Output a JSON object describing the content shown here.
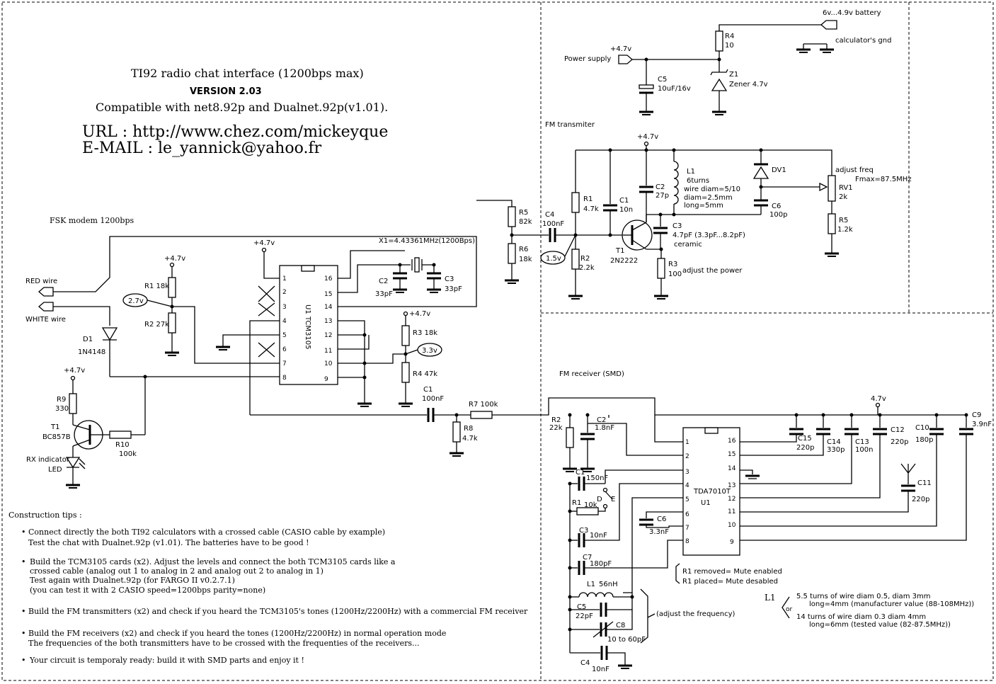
{
  "header": {
    "title": "TI92 radio chat interface (1200bps max)",
    "version": "VERSION 2.03",
    "compat": "Compatible with net8.92p and Dualnet.92p(v1.01).",
    "url": "URL : http://www.chez.com/mickeyque",
    "email": "E-MAIL : le_yannick@yahoo.fr"
  },
  "modem": {
    "title": "FSK modem 1200bps",
    "red": "RED wire",
    "white": "WHITE wire",
    "d1": [
      "D1",
      "1N4148"
    ],
    "t1": [
      "T1",
      "BC857B"
    ],
    "r9": [
      "R9",
      "330"
    ],
    "r10": [
      "R10",
      "100k"
    ],
    "led": [
      "RX indicator",
      "LED"
    ],
    "r1": "R1 18k",
    "r2": "R2 27k",
    "v27": "2.7v",
    "v47": "+4.7v",
    "chip": "U1  TCM3105",
    "pins_left": [
      "1",
      "2",
      "3",
      "4",
      "5",
      "6",
      "7",
      "8"
    ],
    "pins_right": [
      "16",
      "15",
      "14",
      "13",
      "12",
      "11",
      "10",
      "9"
    ],
    "xtal": "X1=4.43361MHz(1200Bps)",
    "c2": [
      "C2",
      "33pF"
    ],
    "c3": [
      "C3",
      "33pF"
    ],
    "r3": "R3 18k",
    "r4": "R4 47k",
    "v33": "3.3v",
    "c1": [
      "C1",
      "100nF"
    ],
    "r7": "R7 100k",
    "r8": [
      "R8",
      "4.7k"
    ]
  },
  "power": {
    "battery": "6v...4.9v battery",
    "gnd": "calculator's gnd",
    "supply": "Power supply",
    "v47": "+4.7v",
    "r4": [
      "R4",
      "10"
    ],
    "c5": [
      "C5",
      "10uF/16v"
    ],
    "z1": [
      "Z1",
      "Zener 4.7v"
    ]
  },
  "tx": {
    "title": "FM transmiter",
    "v47": "+4.7v",
    "r5": [
      "R5",
      "82k"
    ],
    "r6": [
      "R6",
      "18k"
    ],
    "c4": [
      "C4",
      "100nF"
    ],
    "v15": "1.5v",
    "r1": [
      "R1",
      "4.7k"
    ],
    "r2": [
      "R2",
      "2.2k"
    ],
    "c1": [
      "C1",
      "10n"
    ],
    "c2": [
      "C2",
      "27p"
    ],
    "t1": [
      "T1",
      "2N2222"
    ],
    "c3": [
      "C3",
      "4.7pF (3.3pF...8.2pF)",
      "ceramic"
    ],
    "r3": [
      "R3",
      "100"
    ],
    "adjpow": "adjust the power",
    "l1": [
      "L1",
      "6turns",
      "wire diam=5/10",
      "diam=2.5mm",
      "long=5mm"
    ],
    "dv1": "DV1",
    "c6": [
      "C6",
      "100p"
    ],
    "adjfreq": "adjust freq",
    "fmax": "Fmax=87.5MHz",
    "rv1": [
      "RV1",
      "2k"
    ],
    "r5b": [
      "R5",
      "1.2k"
    ]
  },
  "rx": {
    "title": "FM receiver (SMD)",
    "v47": "4.7v",
    "r2": [
      "R2",
      "22k"
    ],
    "c2": [
      "C2",
      "1.8nF"
    ],
    "c1": "C1",
    "c1v": "150nF",
    "r1": "R1",
    "r1v": "10k",
    "d": "D",
    "e": "E",
    "c3": [
      "C3",
      "10nF"
    ],
    "c7": [
      "C7",
      "180pF"
    ],
    "l1": [
      "L1",
      "56nH"
    ],
    "c5": [
      "C5",
      "22pF"
    ],
    "c8": [
      "C8",
      "10 to 60pF"
    ],
    "c4": [
      "C4",
      "10nF"
    ],
    "adjf": "(adjust the frequency)",
    "c6": [
      "C6",
      "3.3nF"
    ],
    "chip": "TDA7010T",
    "u1": "U1",
    "pins_left": [
      "1",
      "2",
      "3",
      "4",
      "5",
      "6",
      "7",
      "8"
    ],
    "pins_right": [
      "16",
      "15",
      "14",
      "13",
      "12",
      "11",
      "10",
      "9"
    ],
    "c15": [
      "C15",
      "220p"
    ],
    "c14": [
      "C14",
      "330p"
    ],
    "c13": [
      "C13",
      "100n"
    ],
    "c12": [
      "C12",
      "220p"
    ],
    "c10": [
      "C10",
      "180p"
    ],
    "c9": [
      "C9",
      "3.9nF"
    ],
    "c11": [
      "C11",
      "220p"
    ],
    "mute": [
      "R1 removed= Mute enabled",
      "R1 placed= Mute desabled"
    ],
    "l1note": {
      "label": "L1",
      "a1": "5.5 turns of wire diam 0.5, diam 3mm",
      "a2": "long=4mm (manufacturer value (88-108MHz))",
      "or": "or",
      "b1": "14 turns of wire diam 0.3 diam 4mm",
      "b2": "long=6mm (tested value (82-87.5MHz))"
    }
  },
  "tips": {
    "title": "Construction tips :",
    "items": [
      [
        "Connect directly the both TI92 calculators with a crossed cable (CASIO cable by example)",
        "Test the chat with Dualnet.92p (v1.01). The batteries have to be good !"
      ],
      [
        "Build the TCM3105 cards (x2). Adjust the levels and connect the both TCM3105 cards like a",
        "crossed cable (analog out 1 to analog in 2 and analog out 2 to analog in 1)",
        "Test again with Dualnet.92p (for FARGO II v0.2.7.1)",
        "(you can test it with 2 CASIO speed=1200bps parity=none)"
      ],
      [
        "Build the FM transmitters (x2) and check if you heard the TCM3105's tones (1200Hz/2200Hz) with a commercial FM receiver"
      ],
      [
        "Build the FM receivers (x2) and check if you heard the tones (1200Hz/2200Hz) in normal operation mode",
        "The frequencies of the both transmitters have to be crossed with the frequenties of the receivers..."
      ],
      [
        "Your circuit is temporaly ready: build it with SMD parts and enjoy it !"
      ]
    ]
  }
}
